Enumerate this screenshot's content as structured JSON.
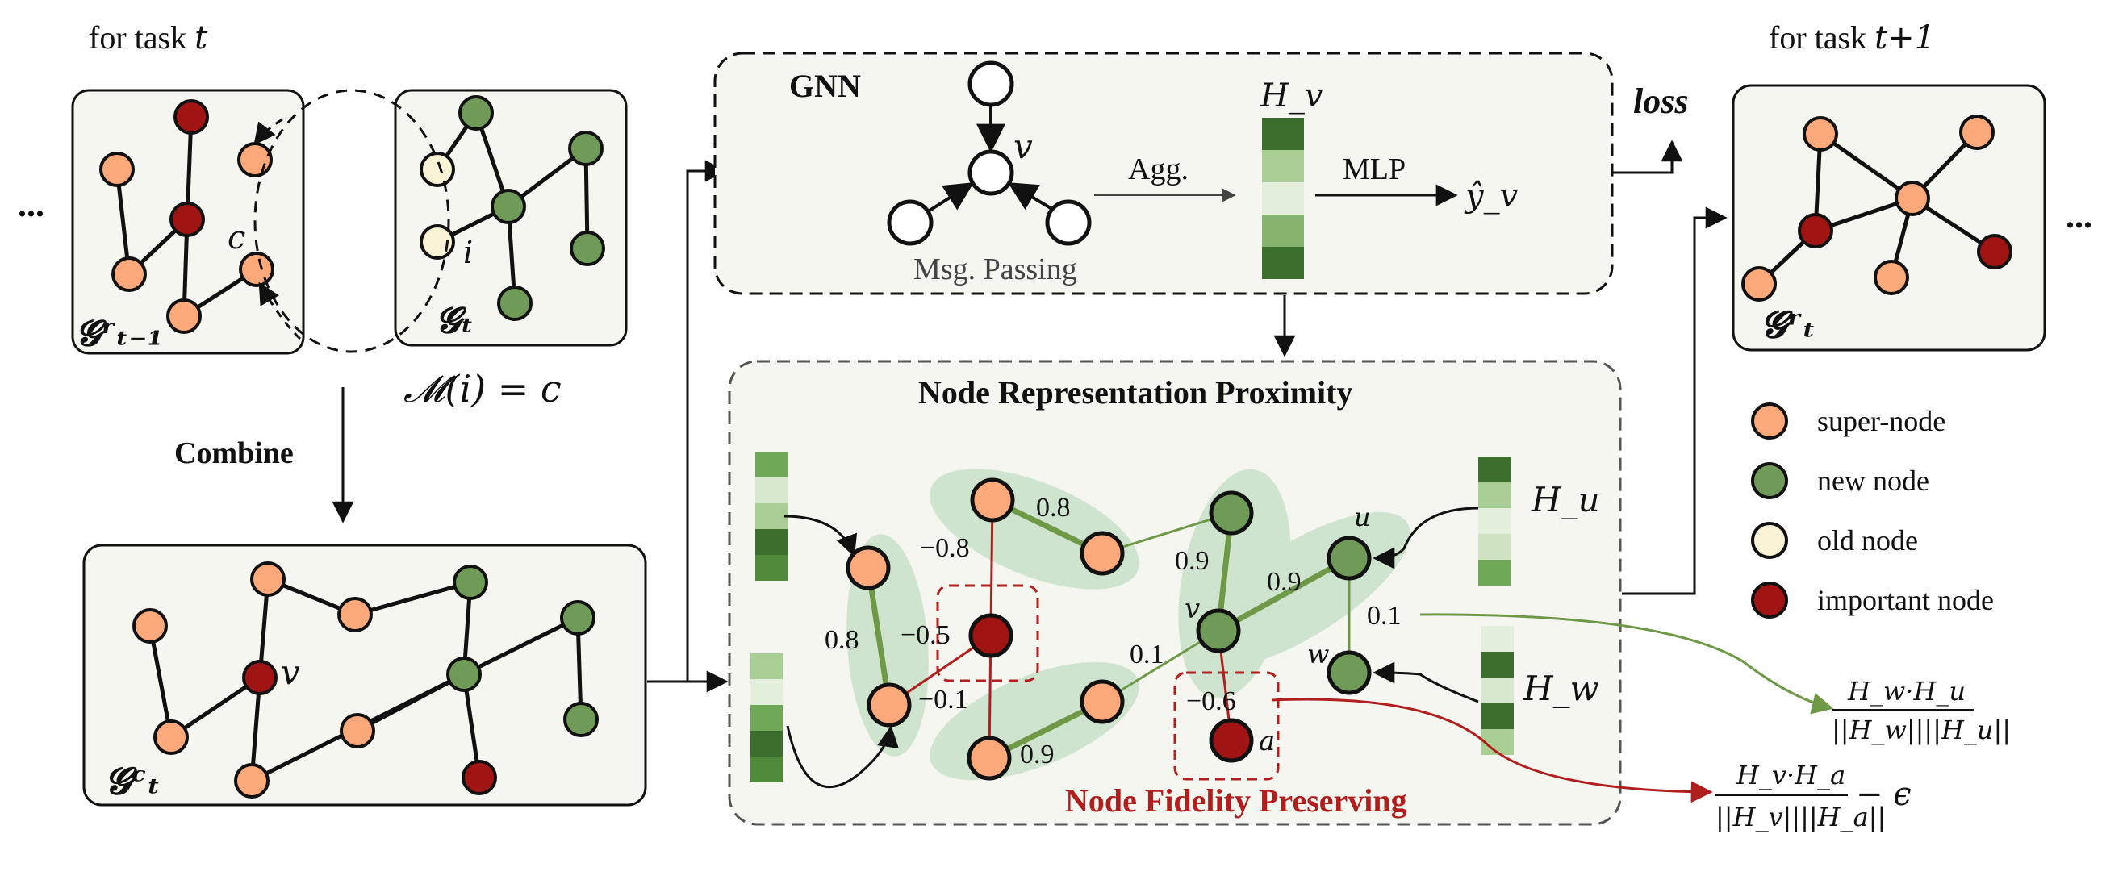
{
  "colors": {
    "super_node": "#FBA97A",
    "new_node": "#6F9A58",
    "old_node": "#FBF3D6",
    "important_node": "#A01414",
    "old_node_fill": "#FBF3D6",
    "panel_fill": "#F5F6EF",
    "group_fill": "#CBE3CB",
    "fidelity_red": "#B01E1E",
    "proximity_green": "#6E9A48"
  },
  "left": {
    "task_label": "for task",
    "task_var": "t",
    "ellipsis": "...",
    "graph_prev_label": "𝓖ʳₜ₋₁",
    "graph_cur_label": "𝓖ₜ",
    "node_c_label": "c",
    "node_i_label": "i",
    "mapping": "𝓜(i) = c",
    "combine_label": "Combine",
    "combined_label": "𝓖ᶜₜ",
    "combined_v_label": "v"
  },
  "gnn": {
    "title": "GNN",
    "v_label": "v",
    "msg_passing": "Msg. Passing",
    "agg": "Agg.",
    "hv": "H_v",
    "mlp": "MLP",
    "yhat": "ŷ_v",
    "loss": "loss",
    "hv_colors": [
      "#3C6E2E",
      "#A9CE93",
      "#E3EEDB",
      "#86B46F",
      "#3C6E2E"
    ]
  },
  "proximity": {
    "title": "Node Representation Proximity",
    "fidelity_title": "Node Fidelity Preserving",
    "weights": {
      "w1": "0.8",
      "w2": "0.8",
      "w3": "0.9",
      "w4": "0.9",
      "w5": "0.1",
      "w6": "0.9",
      "w7": "0.1",
      "n1": "−0.8",
      "n2": "−0.5",
      "n3": "−0.1",
      "n4": "−0.6"
    },
    "labels": {
      "u": "u",
      "v": "v",
      "w": "w",
      "a": "a",
      "hu": "H_u",
      "hw": "H_w"
    },
    "formula_green_num": "H_w·H_u",
    "formula_green_den": "||H_w||||H_u||",
    "formula_red_num": "H_v·H_a",
    "formula_red_den": "||H_v||||H_a||",
    "formula_red_tail": "− ϵ",
    "vec_a_colors": [
      "#6FA957",
      "#D7E8CE",
      "#A9CE93",
      "#3C6E2E",
      "#4E8A3A"
    ],
    "vec_b_colors": [
      "#A9CE93",
      "#E3EEDB",
      "#6FA957",
      "#3C6E2E",
      "#4E8A3A"
    ],
    "vec_hu_colors": [
      "#3C6E2E",
      "#A9CE93",
      "#E3EEDB",
      "#CFE3C2",
      "#6FA957"
    ],
    "vec_hw_colors": [
      "#E3EEDB",
      "#3C6E2E",
      "#D7E8CE",
      "#3C6E2E",
      "#A9CE93"
    ]
  },
  "right": {
    "task_label": "for task",
    "task_var": "t+1",
    "graph_label": "𝓖ʳₜ",
    "ellipsis": "..."
  },
  "legend": [
    {
      "label": "super-node",
      "color": "#FBA97A"
    },
    {
      "label": "new node",
      "color": "#6F9A58"
    },
    {
      "label": "old node",
      "color": "#FBF3D6"
    },
    {
      "label": "important node",
      "color": "#A01414"
    }
  ]
}
